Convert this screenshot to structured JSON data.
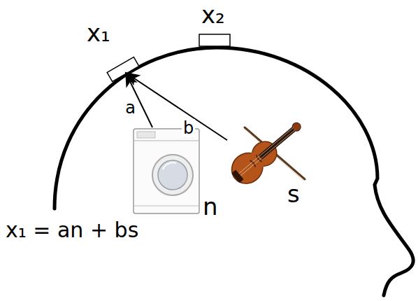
{
  "diagram": {
    "nodes": [
      {
        "text": [
          "x₁"
        ]
      },
      {
        "text": [
          "x₂"
        ]
      },
      {
        "text": [
          "n"
        ]
      },
      {
        "text": [
          "s"
        ]
      }
    ],
    "edges": [
      {
        "from": 2,
        "to": 0,
        "label": "a",
        "arrow": "to"
      },
      {
        "from": 3,
        "to": 0,
        "label": "b",
        "arrow": "to"
      }
    ],
    "labels": [
      "x₁ = an + bs"
    ]
  }
}
